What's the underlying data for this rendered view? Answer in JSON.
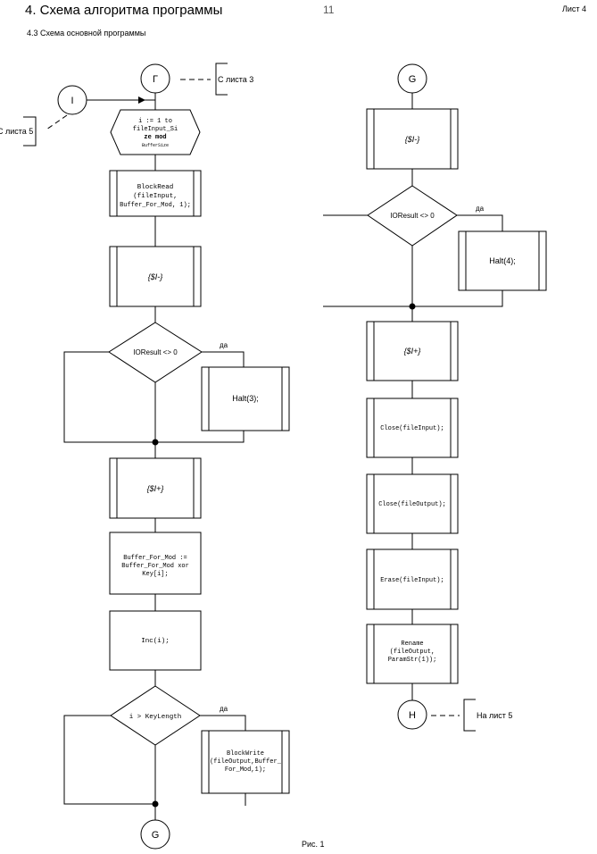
{
  "header": {
    "title": "4. Схема алгоритма программы",
    "page_number": "11",
    "sheet": "Лист 4",
    "subtitle": "4.3 Схема основной программы"
  },
  "caption": "Рис. 1",
  "left_column": {
    "connector_top": "Г",
    "connector_entry": "I",
    "note_from_3": "С листа 3",
    "note_from_5": "С листа 5",
    "loop": [
      "i := 1 to",
      "fileInput_Si",
      "ze mod",
      "BufferSize"
    ],
    "block_read": [
      "BlockRead",
      "(fileInput,",
      "Buffer_For_Mod, 1);"
    ],
    "directive_off": "{$I-}",
    "decision1": "IOResult <> 0",
    "yes1": "да",
    "halt3": "Halt(3);",
    "directive_on": "{$I+}",
    "xor_assign": [
      "Buffer_For_Mod :=",
      "Buffer_For_Mod xor",
      "Key[i];"
    ],
    "inc": "Inc(i);",
    "decision2": "i > KeyLength",
    "yes2": "да",
    "block_write": [
      "BlockWrite",
      "(fileOutput,Buffer_",
      "For_Mod,1);"
    ],
    "connector_bottom": "G"
  },
  "right_column": {
    "connector_top": "G",
    "directive_off": "{$I-}",
    "decision": "IOResult <> 0",
    "yes": "да",
    "halt4": "Halt(4);",
    "directive_on": "{$I+}",
    "close_input": "Close(fileInput);",
    "close_output": "Close(fileOutput);",
    "erase": "Erase(fileInput);",
    "rename": [
      "Rename",
      "(fileOutput,",
      "ParamStr(1));"
    ],
    "connector_bottom": "H",
    "note_to_5": "На лист 5"
  }
}
